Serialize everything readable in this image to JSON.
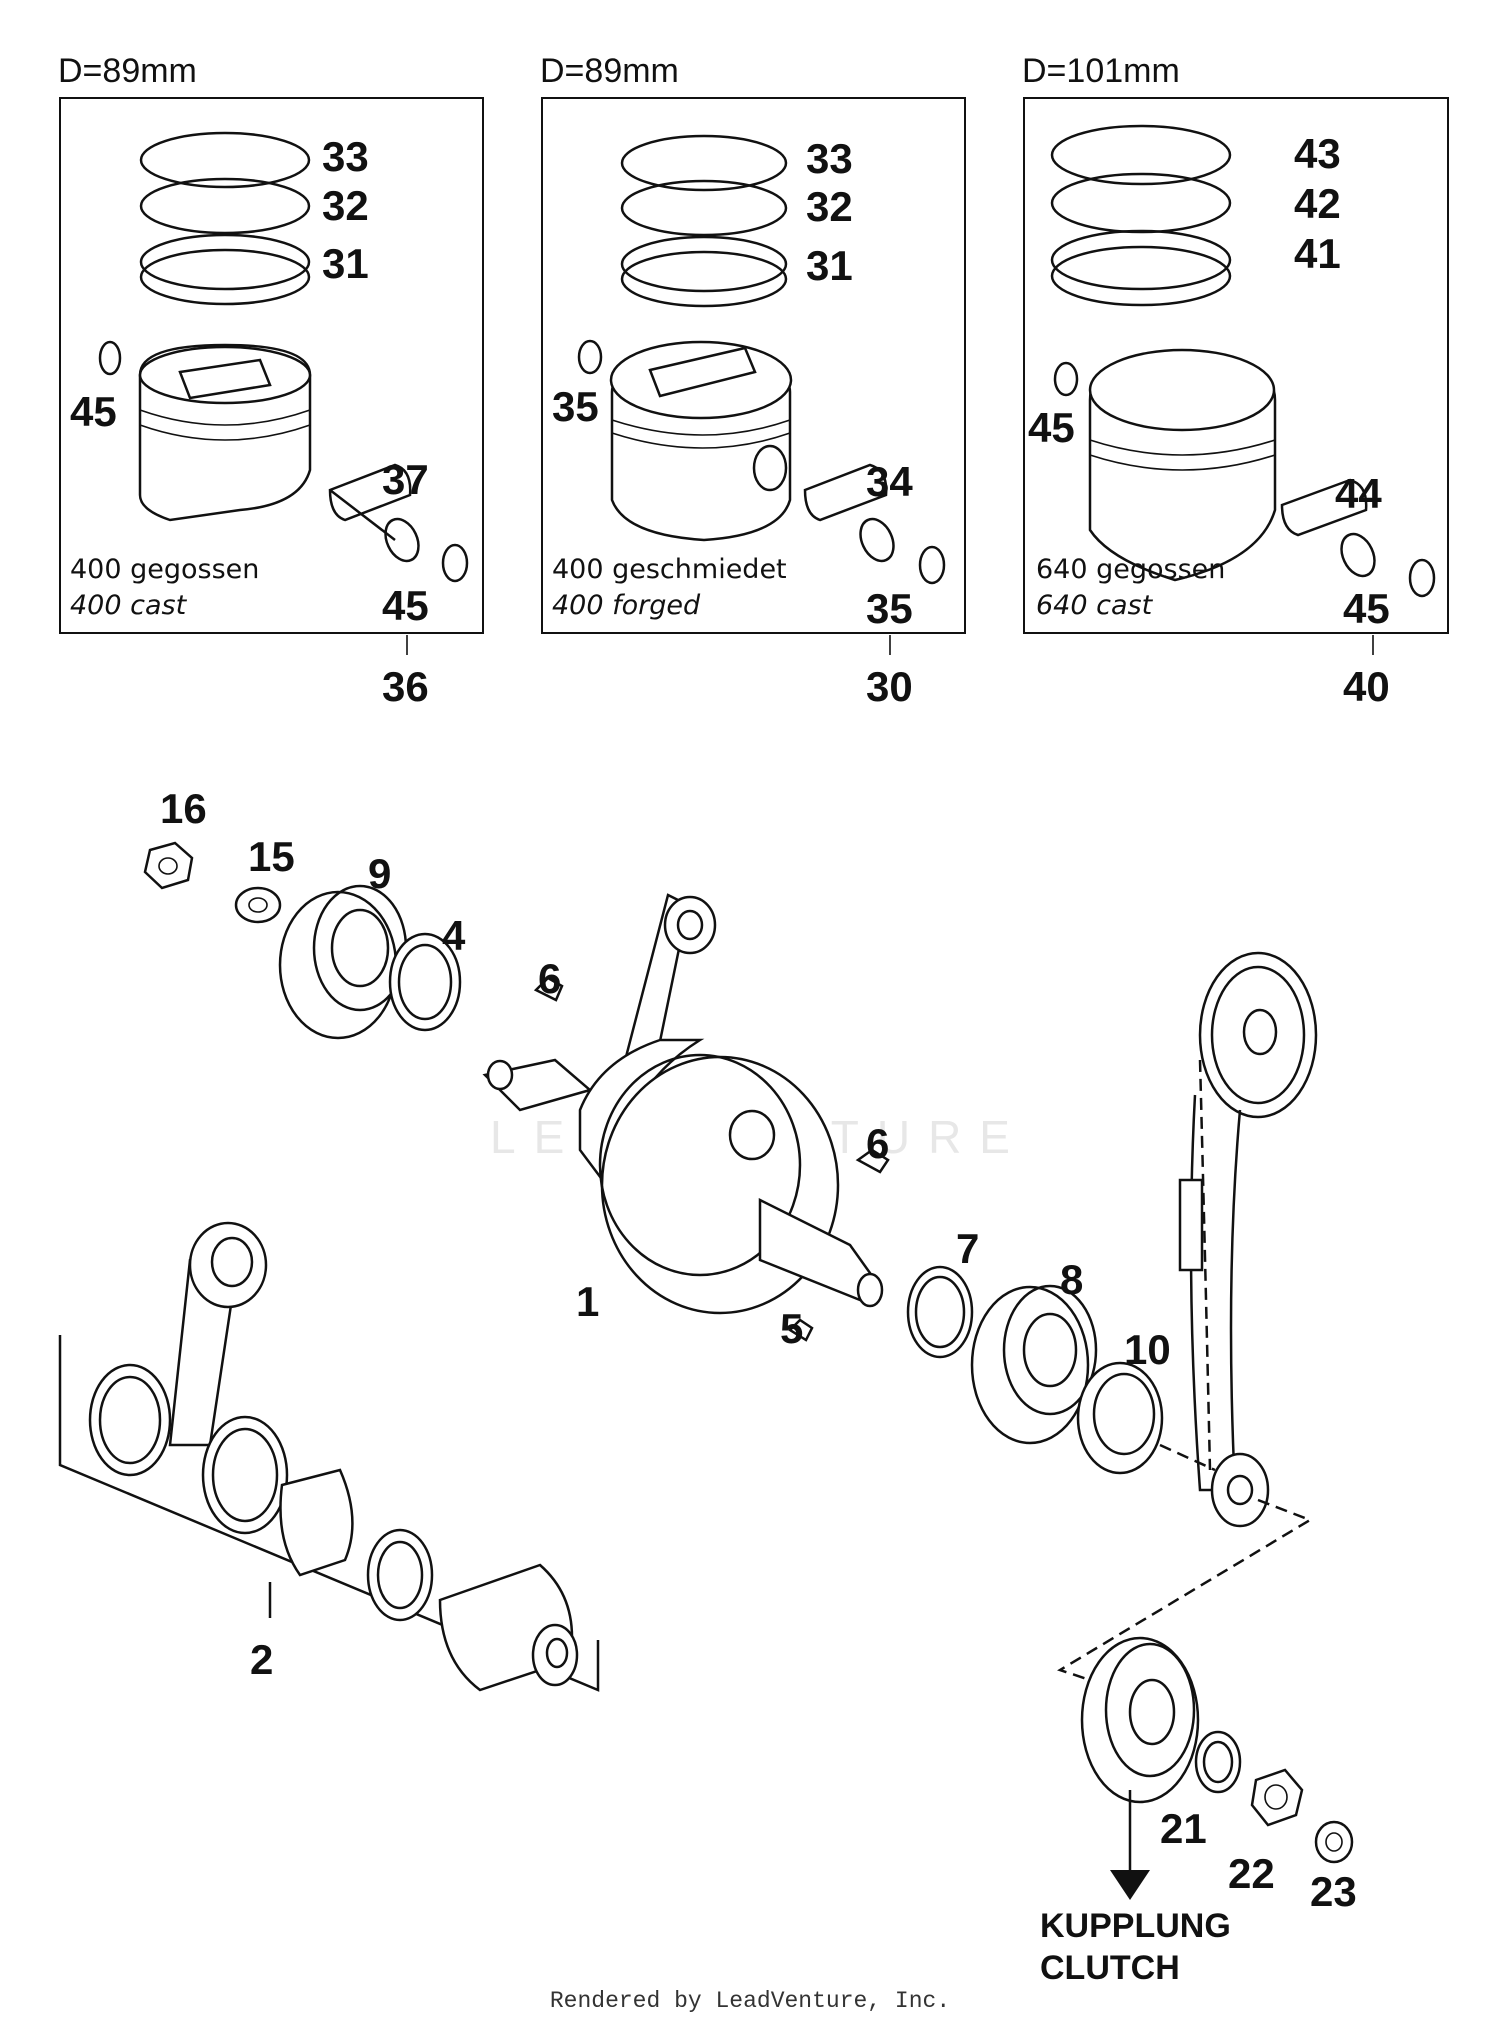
{
  "piston_sets": [
    {
      "diameter": "D=89mm",
      "caption_de": "400 gegossen",
      "caption_en": "400 cast",
      "assembly_part": "36",
      "rings": [
        "33",
        "32",
        "31"
      ],
      "circlip_top": "45",
      "pin": "37",
      "circlip_bottom": "45"
    },
    {
      "diameter": "D=89mm",
      "caption_de": "400 geschmiedet",
      "caption_en": "400 forged",
      "assembly_part": "30",
      "rings": [
        "33",
        "32",
        "31"
      ],
      "circlip_top": "35",
      "pin": "34",
      "circlip_bottom": "35"
    },
    {
      "diameter": "D=101mm",
      "caption_de": "640 gegossen",
      "caption_en": "640 cast",
      "assembly_part": "40",
      "rings": [
        "43",
        "42",
        "41"
      ],
      "circlip_top": "45",
      "pin": "44",
      "circlip_bottom": "45"
    }
  ],
  "crank_parts": {
    "crankshaft": "1",
    "conrod_kit": "2",
    "shim_left": "4",
    "key_small": "5",
    "key_left": "6",
    "key_right": "6",
    "shim_right": "7",
    "bearing_right": "8",
    "bearing_left": "9",
    "seal": "10",
    "washer": "15",
    "nut_left": "16",
    "gear_circlip": "21",
    "gear_nut": "22",
    "gear_washer": "23"
  },
  "clutch_label": {
    "de": "KUPPLUNG",
    "en": "CLUTCH"
  },
  "watermark": "LEADVENTURE",
  "footer": "Rendered by LeadVenture, Inc."
}
